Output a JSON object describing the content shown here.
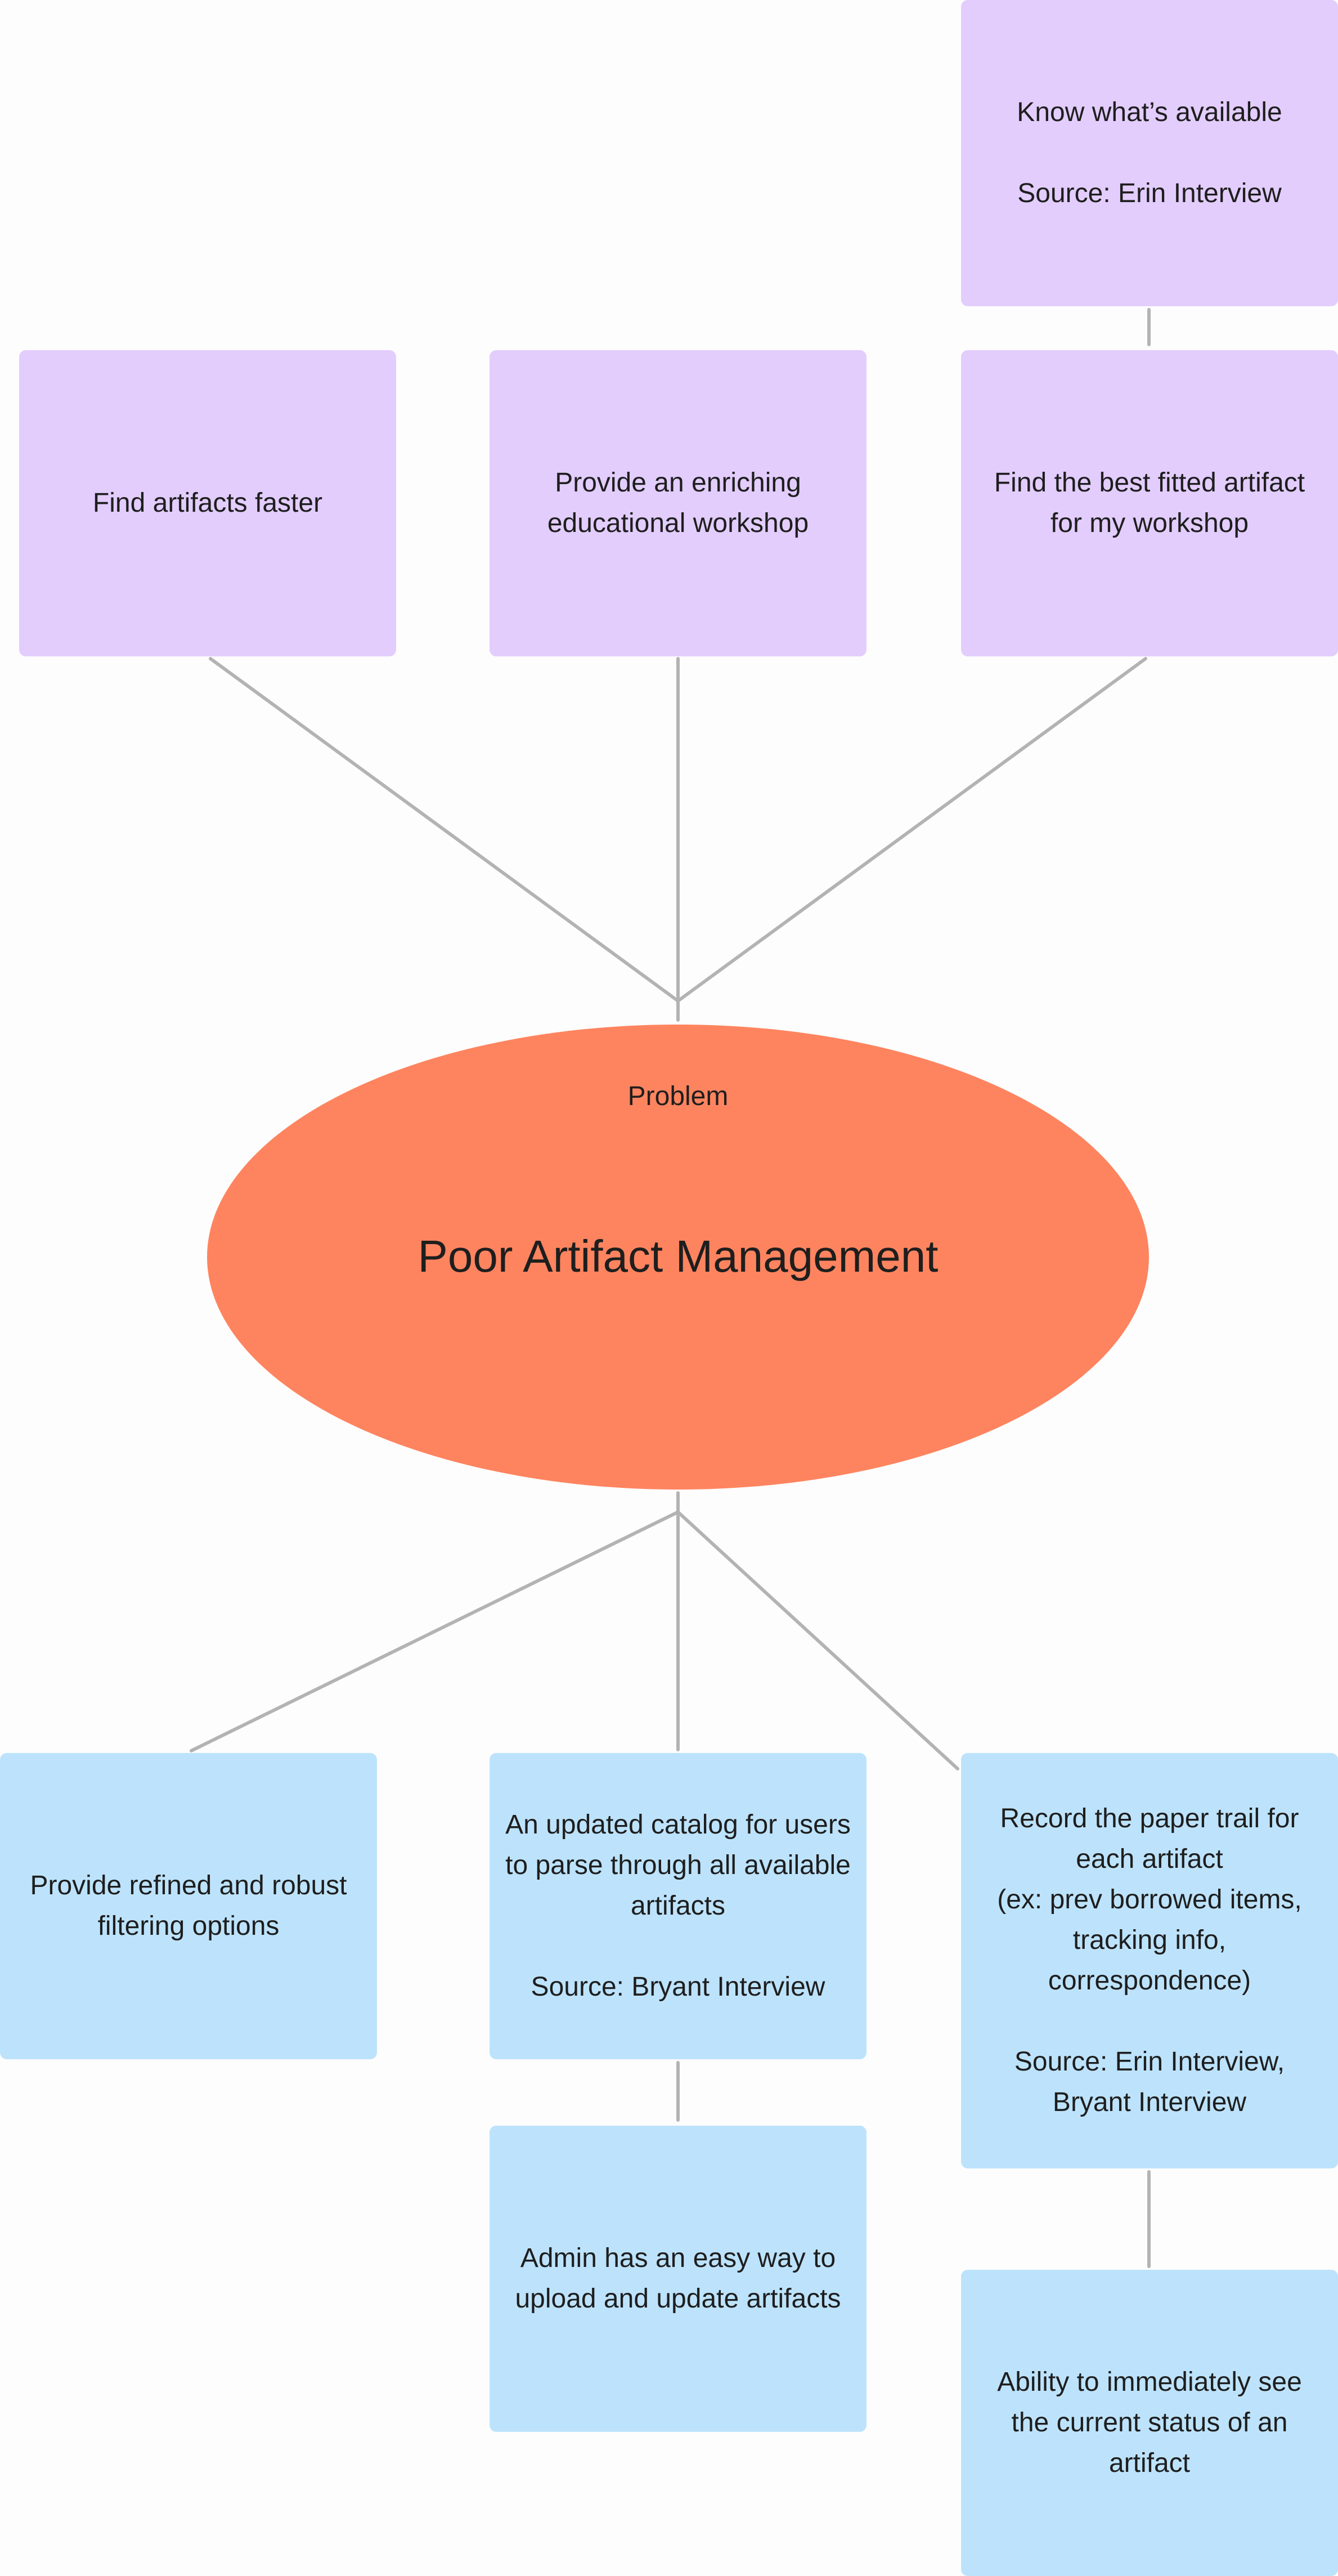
{
  "problem": {
    "label": "Problem",
    "title": "Poor Artifact Management",
    "color": "#fe845f"
  },
  "needs": [
    {
      "text": "Know what’s available\n\nSource: Erin Interview"
    },
    {
      "text": "Find artifacts faster"
    },
    {
      "text": "Provide an enriching educational workshop"
    },
    {
      "text": "Find the best fitted artifact for my workshop"
    }
  ],
  "solutions": [
    {
      "text": "Provide refined and robust filtering options"
    },
    {
      "text": "An updated catalog for users to parse through all available artifacts\n\nSource: Bryant Interview"
    },
    {
      "text": "Record the paper trail for each artifact\n(ex: prev borrowed items, tracking info, correspondence)\n\nSource: Erin Interview, Bryant Interview"
    },
    {
      "text": "Admin has an easy way to upload and update artifacts"
    },
    {
      "text": "Ability to immediately see the current status of an artifact"
    }
  ],
  "colors": {
    "need_sticky": "#e3cdfd",
    "solution_sticky": "#bde3fc",
    "connector": "#b3b3b3",
    "background": "#fdfdfd"
  }
}
